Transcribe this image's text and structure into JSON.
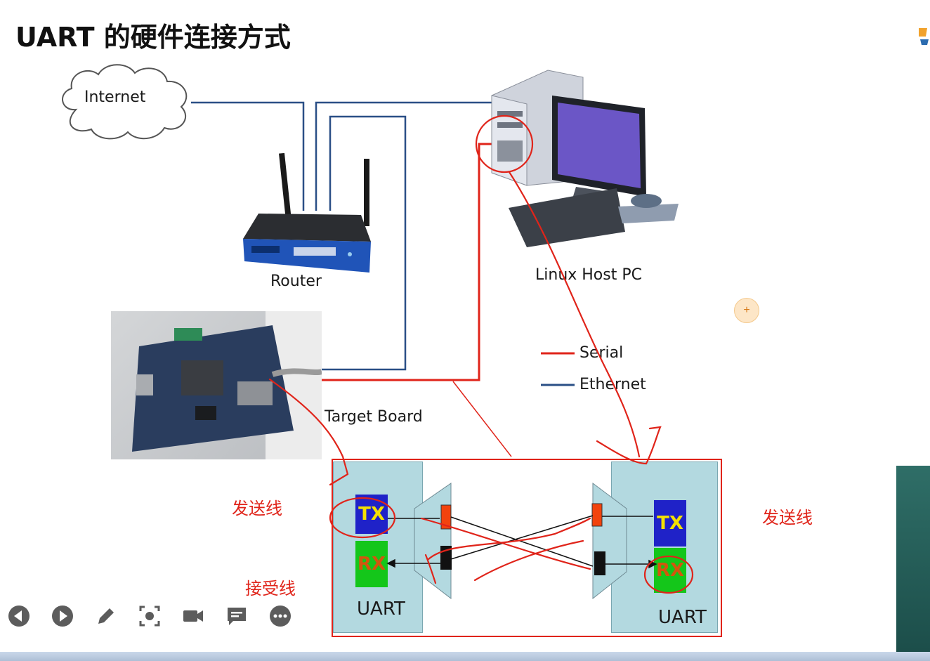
{
  "slide": {
    "title": "UART 的硬件连接方式"
  },
  "diagram": {
    "internet_label": "Internet",
    "router_label": "Router",
    "host_label": "Linux Host PC",
    "board_label": "Target Board",
    "legend": [
      {
        "label": "Serial",
        "color": "#e0241a"
      },
      {
        "label": "Ethernet",
        "color": "#2a4f86"
      }
    ],
    "left_uart": {
      "tx": "TX",
      "rx": "RX",
      "label": "UART"
    },
    "right_uart": {
      "tx": "TX",
      "rx": "RX",
      "label": "UART"
    },
    "annotations": {
      "send_left": "发送线",
      "receive_left": "接受线",
      "send_right": "发送线"
    }
  },
  "toolbar": {
    "icons": [
      "prev-icon",
      "next-icon",
      "pen-icon",
      "screenshot-icon",
      "camera-icon",
      "comment-icon",
      "more-icon"
    ]
  },
  "colors": {
    "serial": "#e0241a",
    "ethernet": "#2a4f86",
    "uart_box": "#b3d9e0",
    "tx_bg": "#1f22c8",
    "rx_bg": "#14c61a"
  }
}
